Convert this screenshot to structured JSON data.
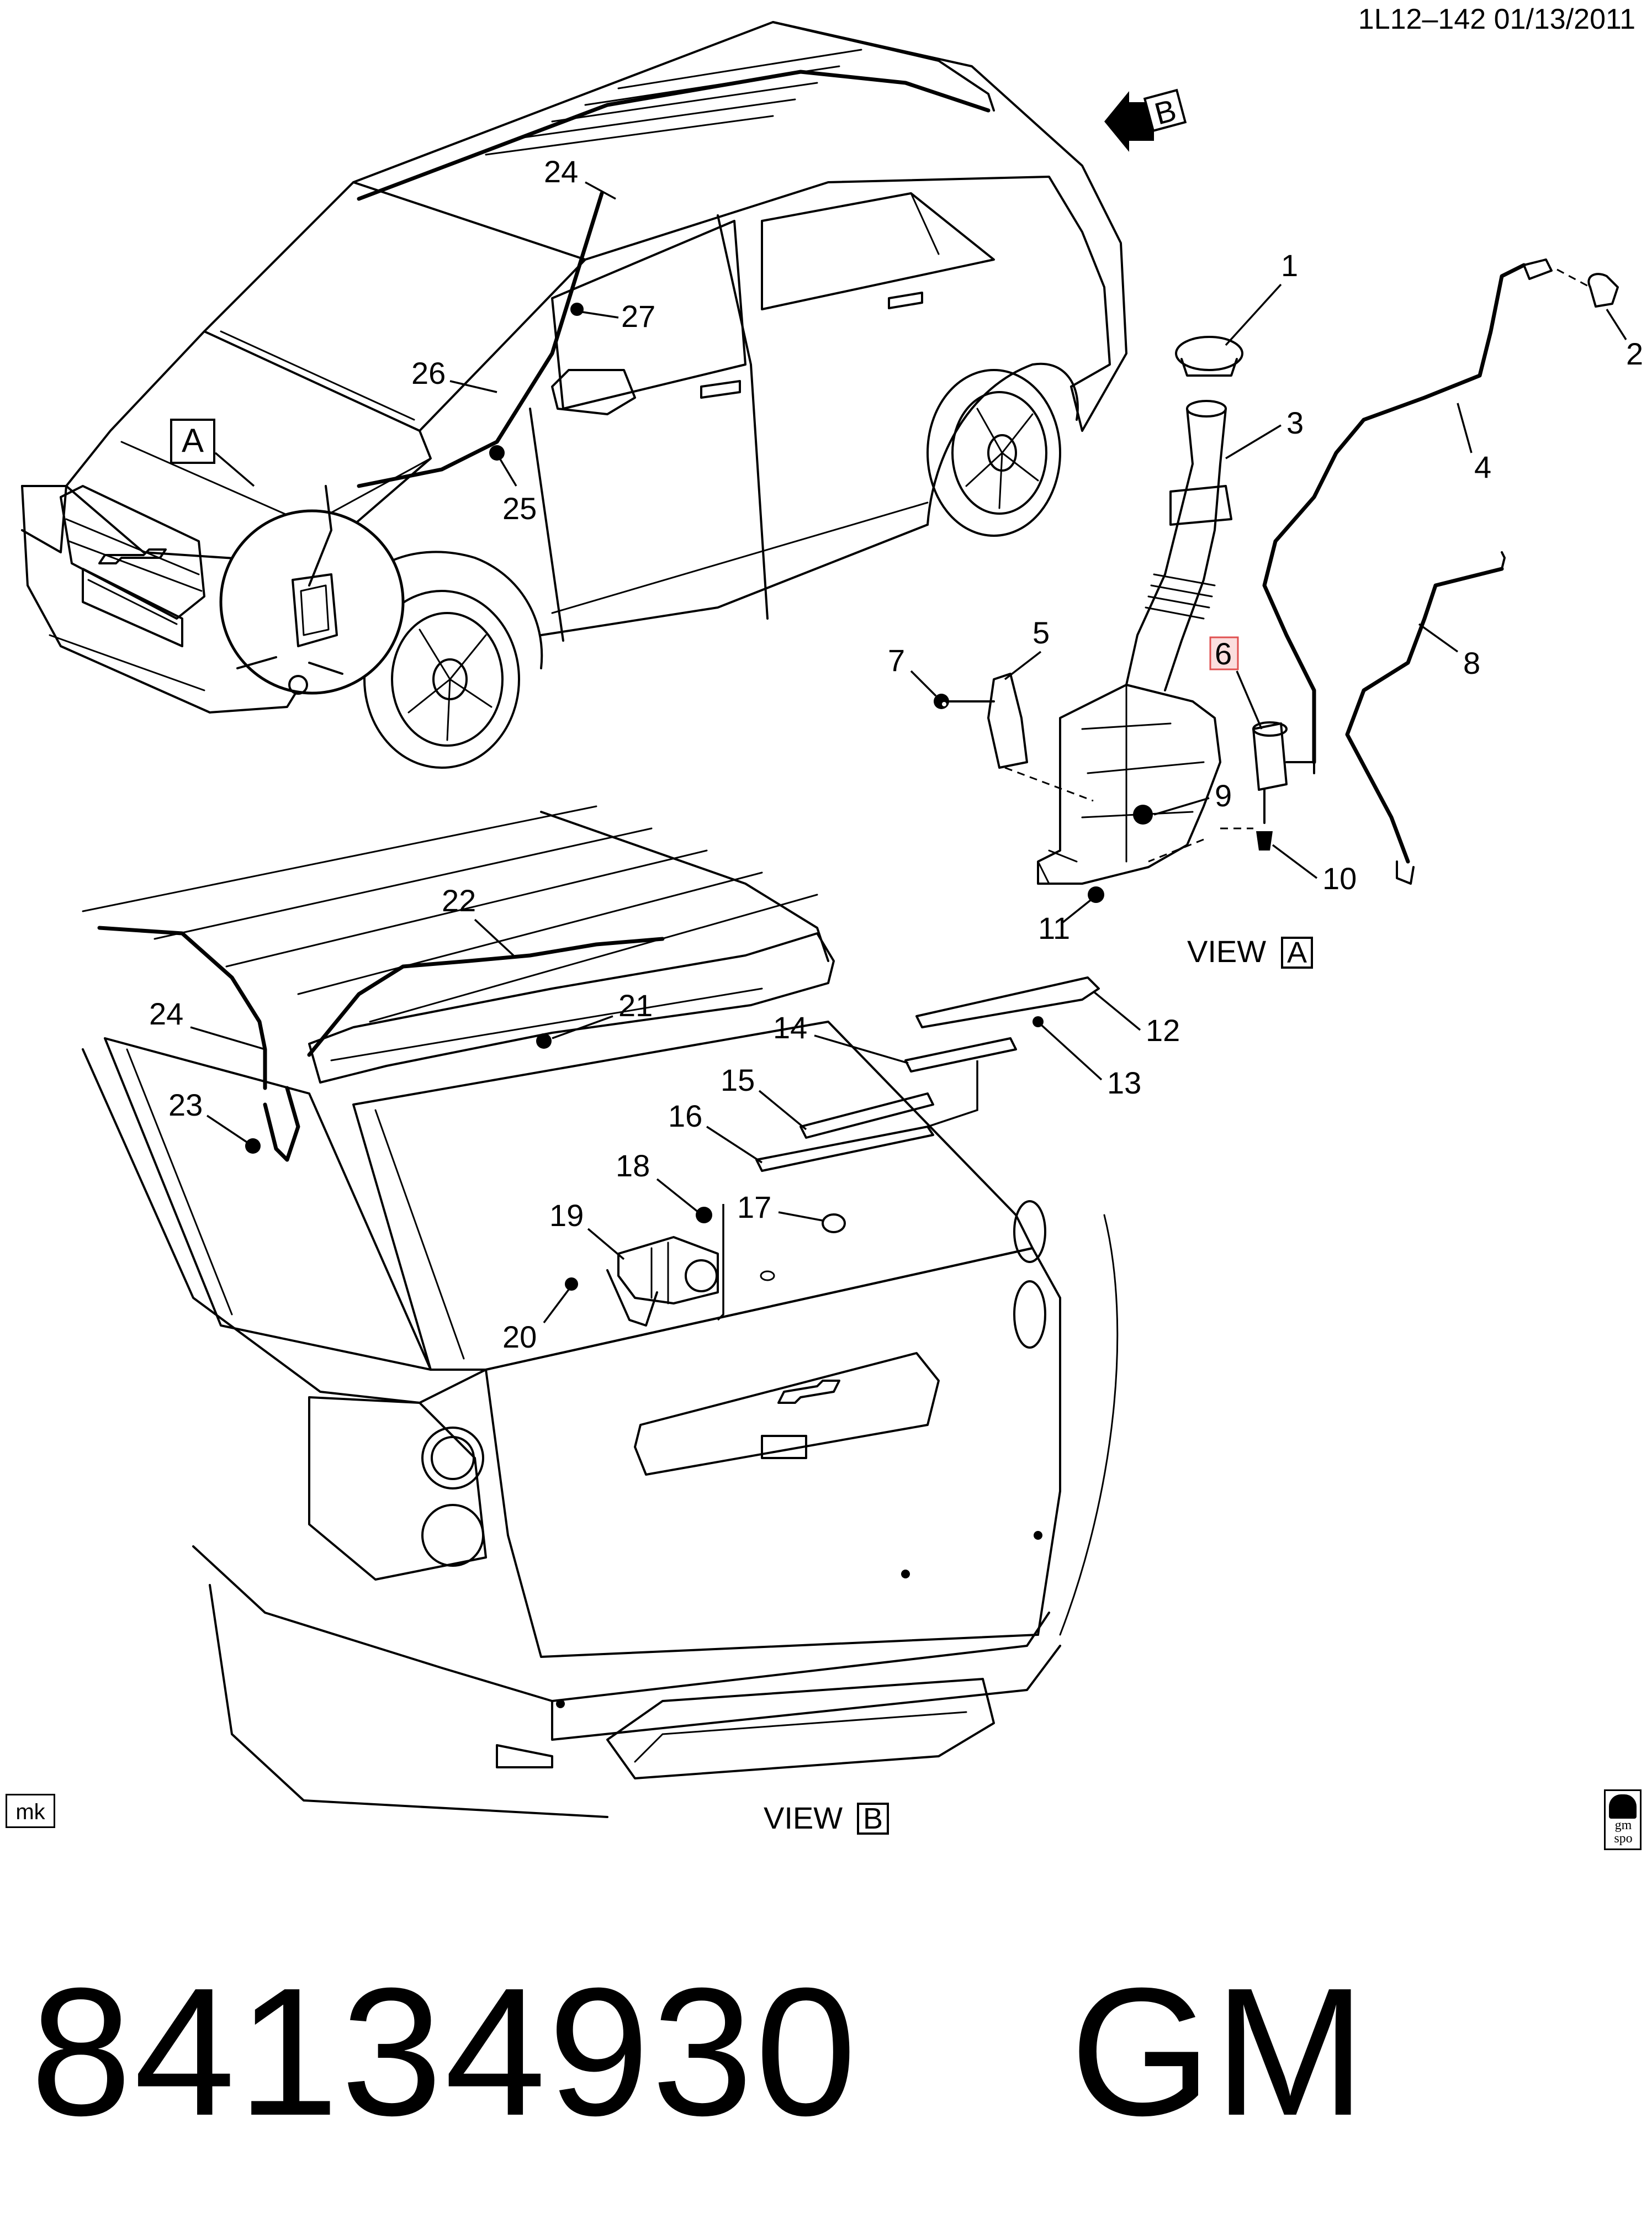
{
  "doc_id": "1L12–142  01/13/2011",
  "view_arrow_letter": "B",
  "view_a_label": "VIEW",
  "view_a_letter": "A",
  "view_b_label": "VIEW",
  "view_b_letter": "B",
  "detail_a_letter": "A",
  "mk_tag": "mk",
  "gm_logo_text": "gm spo",
  "part_number": "84134930    GM",
  "callouts": {
    "c1": "1",
    "c2": "2",
    "c3": "3",
    "c4": "4",
    "c5": "5",
    "c6": "6",
    "c7": "7",
    "c8": "8",
    "c9": "9",
    "c10": "10",
    "c11": "11",
    "c12": "12",
    "c13": "13",
    "c14": "14",
    "c15": "15",
    "c16": "16",
    "c17": "17",
    "c18": "18",
    "c19": "19",
    "c20": "20",
    "c21": "21",
    "c22": "22",
    "c23": "23",
    "c24_rear": "24",
    "c24_front": "24",
    "c25": "25",
    "c26": "26",
    "c27": "27"
  },
  "highlight_color": "#e05050"
}
